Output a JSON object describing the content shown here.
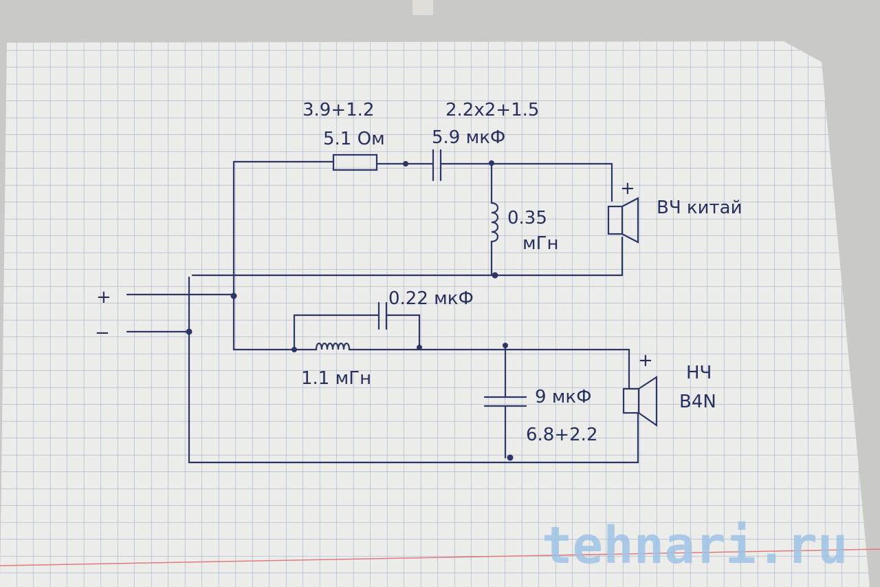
{
  "paper": {
    "ink_color": "#2b3566",
    "grid_color": "#9fb0c4",
    "paper_color": "#ececea"
  },
  "tweeter_branch": {
    "resistor_formula": "3.9+1.2",
    "resistor_value": "5.1 Ом",
    "capacitor_formula": "2.2x2+1.5",
    "capacitor_value": "5.9 мкФ",
    "inductor_value": "0.35",
    "inductor_unit": "мГн",
    "speaker_polarity": "+",
    "speaker_label": "ВЧ китай"
  },
  "inputs": {
    "plus": "+",
    "minus": "−"
  },
  "woofer_branch": {
    "parallel_capacitor_value": "0.22 мкФ",
    "inductor_value": "1.1 мГн",
    "shunt_capacitor_value": "9 мкФ",
    "shunt_capacitor_formula": "6.8+2.2",
    "speaker_polarity": "+",
    "speaker_label_line1": "НЧ",
    "speaker_label_line2": "B4N"
  },
  "watermark": "tehnari.ru"
}
